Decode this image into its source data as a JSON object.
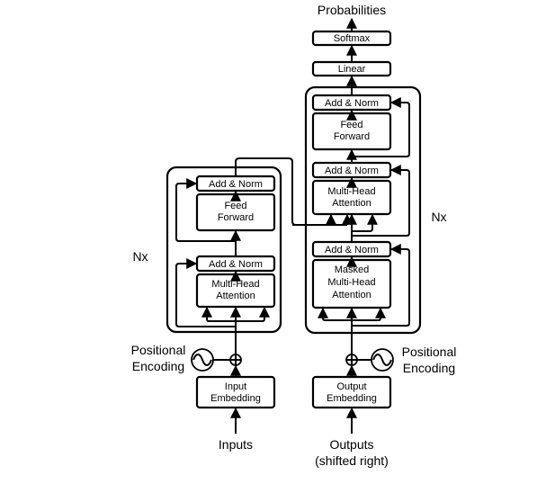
{
  "encoder": {
    "add_norm_top": "Add & Norm",
    "feed_forward": [
      "Feed",
      "Forward"
    ],
    "add_norm_bottom": "Add & Norm",
    "attention": [
      "Multi-Head",
      "Attention"
    ],
    "repeat_label": "Nx",
    "embedding": [
      "Input",
      "Embedding"
    ],
    "input_label": "Inputs",
    "positional_encoding": [
      "Positional",
      "Encoding"
    ]
  },
  "decoder": {
    "add_norm_top": "Add & Norm",
    "feed_forward": [
      "Feed",
      "Forward"
    ],
    "add_norm_mid": "Add & Norm",
    "cross_attention": [
      "Multi-Head",
      "Attention"
    ],
    "add_norm_bottom": "Add & Norm",
    "masked_attention": [
      "Masked",
      "Multi-Head",
      "Attention"
    ],
    "repeat_label": "Nx",
    "embedding": [
      "Output",
      "Embedding"
    ],
    "output_label": [
      "Outputs",
      "(shifted right)"
    ],
    "positional_encoding": [
      "Positional",
      "Encoding"
    ]
  },
  "head": {
    "linear": "Linear",
    "softmax": "Softmax",
    "probabilities": "Probabilities"
  }
}
